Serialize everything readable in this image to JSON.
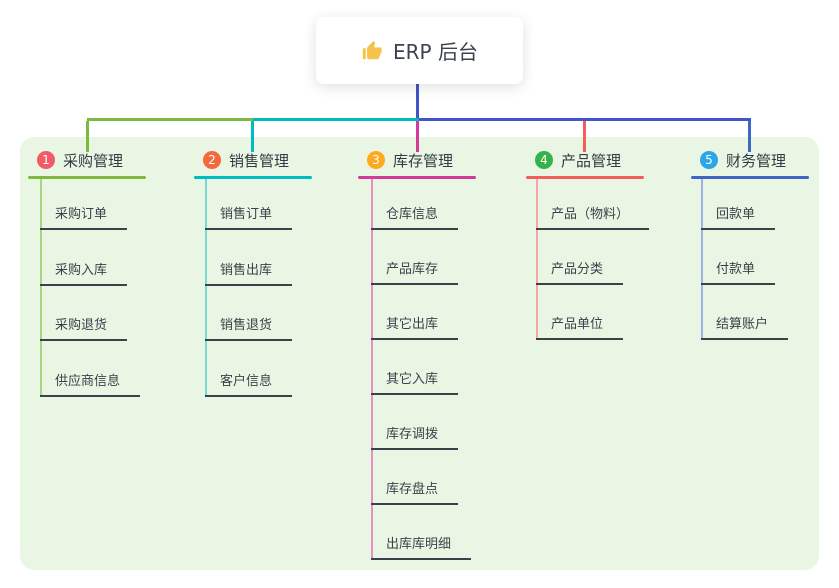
{
  "root": {
    "title": "ERP 后台",
    "icon": "thumbs-up-icon",
    "icon_color": "#f6c34a"
  },
  "panel_color": "#e9f6e3",
  "connector_color": "#4254c6",
  "branches": [
    {
      "index": "1",
      "label": "采购管理",
      "badge_color": "#f35a68",
      "line_color": "#7cb93f",
      "child_line_color": "#a9d584",
      "children": [
        "采购订单",
        "采购入库",
        "采购退货",
        "供应商信息"
      ]
    },
    {
      "index": "2",
      "label": "销售管理",
      "badge_color": "#f4683b",
      "line_color": "#00bcc2",
      "child_line_color": "#79d8d5",
      "children": [
        "销售订单",
        "销售出库",
        "销售退货",
        "客户信息"
      ]
    },
    {
      "index": "3",
      "label": "库存管理",
      "badge_color": "#ffaa1e",
      "line_color": "#d43a97",
      "child_line_color": "#e78ec5",
      "children": [
        "仓库信息",
        "产品库存",
        "其它出库",
        "其它入库",
        "库存调拨",
        "库存盘点",
        "出库库明细"
      ]
    },
    {
      "index": "4",
      "label": "产品管理",
      "badge_color": "#35b24a",
      "line_color": "#f25d5d",
      "child_line_color": "#f5a6a4",
      "children": [
        "产品（物料）",
        "产品分类",
        "产品单位"
      ]
    },
    {
      "index": "5",
      "label": "财务管理",
      "badge_color": "#2ba7e9",
      "line_color": "#3f66c7",
      "child_line_color": "#9db3e6",
      "children": [
        "回款单",
        "付款单",
        "结算账户"
      ]
    }
  ]
}
